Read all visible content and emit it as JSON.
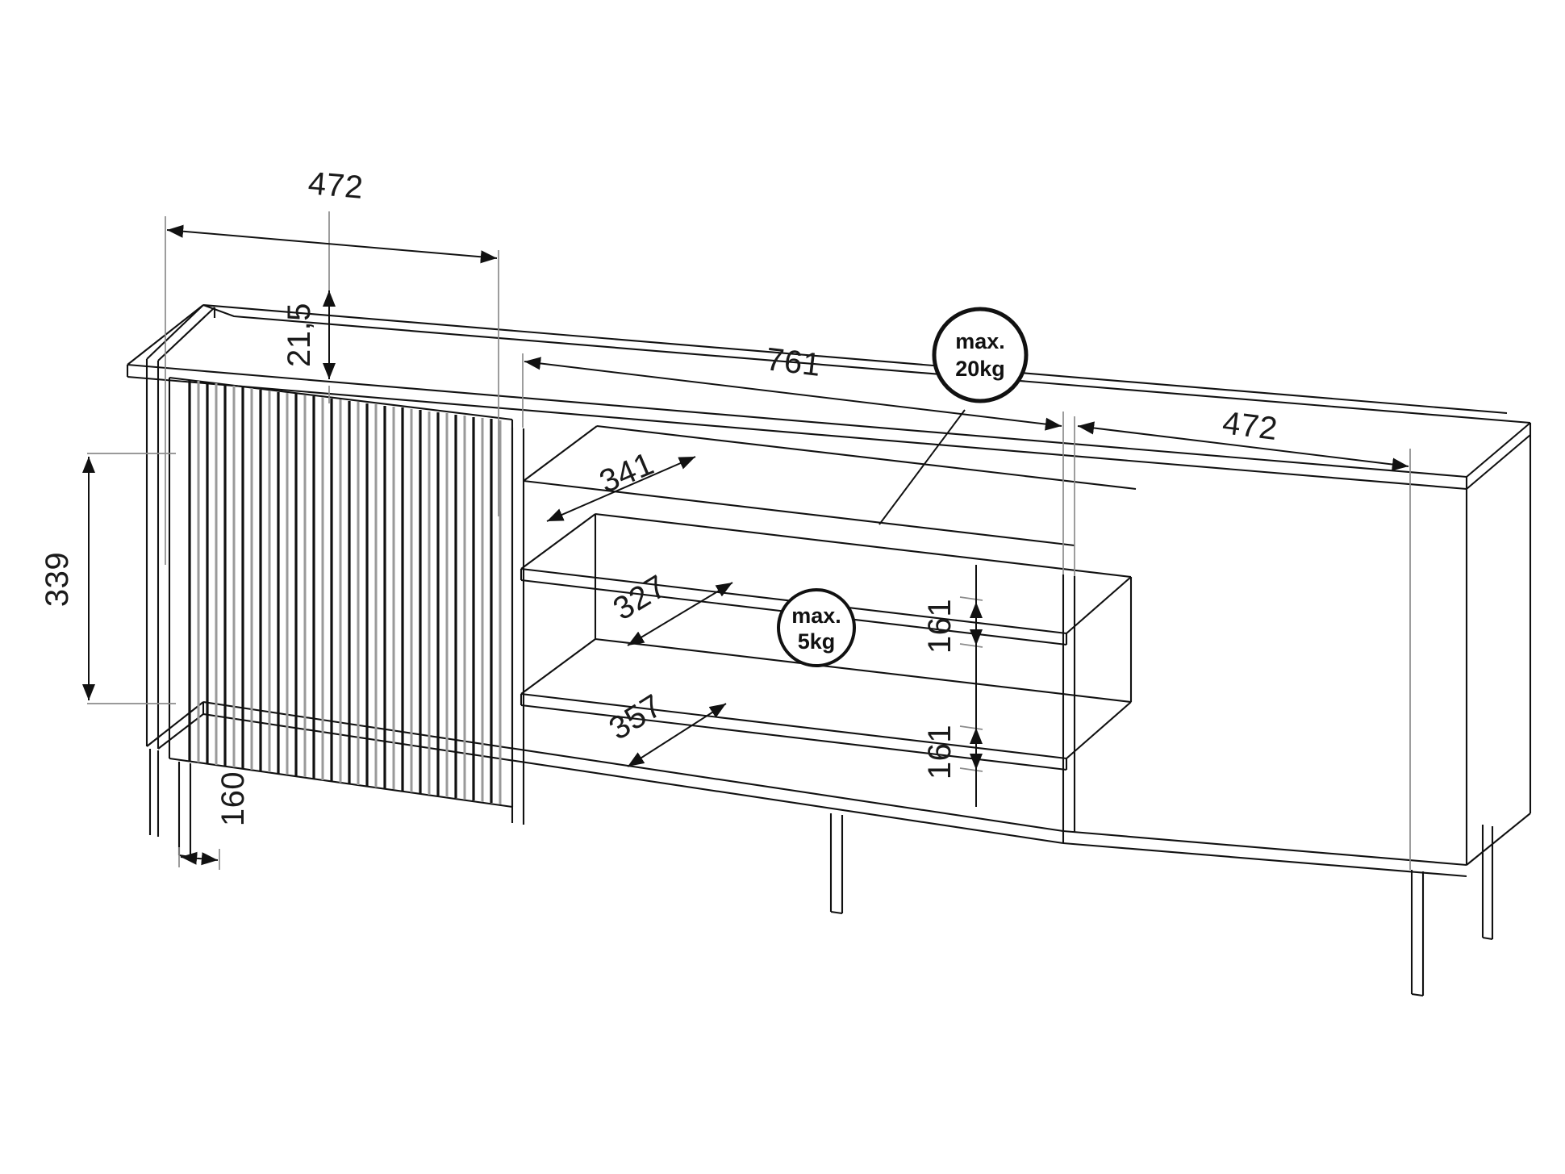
{
  "drawing": {
    "type": "technical-dimension-drawing",
    "subject": "TV cabinet / sideboard isometric assembly diagram",
    "units": "mm",
    "background_color": "#ffffff",
    "line_color": "#111111",
    "thin_line_color": "#8a8a8a"
  },
  "dimensions": {
    "left_width_top": "472",
    "left_top_offset": "21,5",
    "left_height": "339",
    "left_leg_inset": "160",
    "center_width": "761",
    "right_width_top": "472",
    "diag_top_shelf": "341",
    "diag_mid_shelf": "327",
    "diag_bottom_shelf": "357",
    "compartment_upper": "161",
    "compartment_lower": "161"
  },
  "load_labels": {
    "top_surface": {
      "line1": "max.",
      "line2": "20kg"
    },
    "shelf": {
      "line1": "max.",
      "line2": "5kg"
    }
  }
}
